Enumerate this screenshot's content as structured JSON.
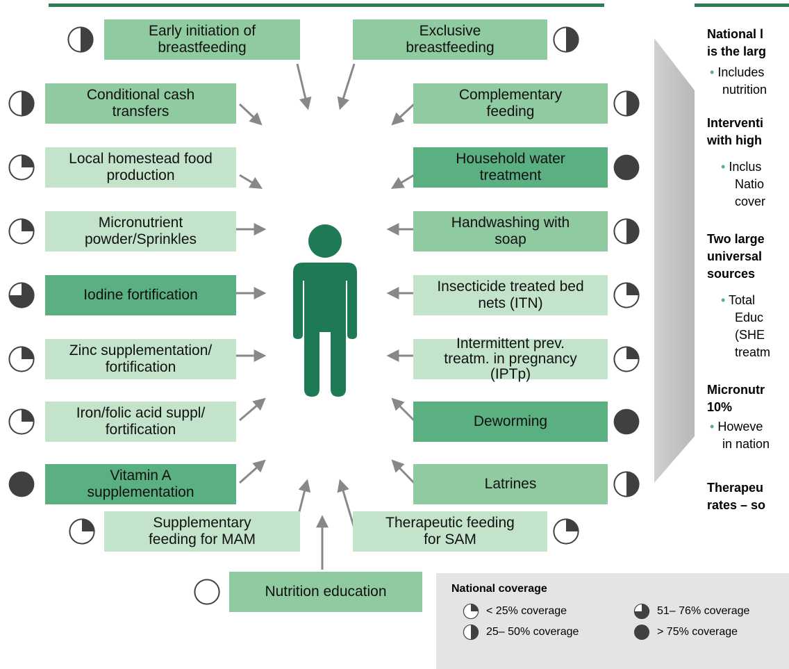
{
  "interventions_left": [
    {
      "id": "early-initiation-breastfeeding",
      "label": "Early initiation of\nbreastfeeding",
      "coverage": "25-50"
    },
    {
      "id": "conditional-cash-transfers",
      "label": "Conditional cash\ntransfers",
      "coverage": "25-50"
    },
    {
      "id": "local-homestead-food-production",
      "label": "Local homestead food\nproduction",
      "coverage": "<25"
    },
    {
      "id": "micronutrient-powder",
      "label": "Micronutrient\npowder/Sprinkles",
      "coverage": "<25"
    },
    {
      "id": "iodine-fortification",
      "label": "Iodine fortification",
      "coverage": "51-76"
    },
    {
      "id": "zinc-supplementation",
      "label": "Zinc supplementation/\nfortification",
      "coverage": "<25"
    },
    {
      "id": "iron-folic-acid",
      "label": "Iron/folic acid suppl/\nfortification",
      "coverage": "<25"
    },
    {
      "id": "vitamin-a-supplementation",
      "label": "Vitamin A\nsupplementation",
      "coverage": ">75"
    },
    {
      "id": "supplementary-feeding-mam",
      "label": "Supplementary\nfeeding for MAM",
      "coverage": "<25"
    },
    {
      "id": "nutrition-education",
      "label": "Nutrition education",
      "coverage": "none"
    }
  ],
  "interventions_right": [
    {
      "id": "exclusive-breastfeeding",
      "label": "Exclusive\nbreastfeeding",
      "coverage": "25-50"
    },
    {
      "id": "complementary-feeding",
      "label": "Complementary\nfeeding",
      "coverage": "25-50"
    },
    {
      "id": "household-water-treatment",
      "label": "Household water\ntreatment",
      "coverage": ">75"
    },
    {
      "id": "handwashing-with-soap",
      "label": "Handwashing with\nsoap",
      "coverage": "25-50"
    },
    {
      "id": "insecticide-treated-bed-nets",
      "label": "Insecticide treated bed\nnets (ITN)",
      "coverage": "<25"
    },
    {
      "id": "intermittent-prev-treatment",
      "label": "Intermittent prev.\ntreatm. in pregnancy\n(IPTp)",
      "coverage": "<25"
    },
    {
      "id": "deworming",
      "label": "Deworming",
      "coverage": ">75"
    },
    {
      "id": "latrines",
      "label": "Latrines",
      "coverage": "25-50"
    },
    {
      "id": "therapeutic-feeding-sam",
      "label": "Therapeutic feeding\nfor SAM",
      "coverage": "<25"
    }
  ],
  "right_panel": [
    {
      "kind": "head",
      "text": "National l"
    },
    {
      "kind": "head",
      "text": "is the larg"
    },
    {
      "kind": "bullet",
      "text": "Includes"
    },
    {
      "kind": "cont",
      "text": "nutrition"
    },
    {
      "kind": "head",
      "text": "Interventi"
    },
    {
      "kind": "head",
      "text": "with high"
    },
    {
      "kind": "bullet2",
      "text": "Inclus"
    },
    {
      "kind": "cont2",
      "text": "Natio"
    },
    {
      "kind": "cont2",
      "text": "cover"
    },
    {
      "kind": "head",
      "text": "Two large"
    },
    {
      "kind": "head",
      "text": "universal"
    },
    {
      "kind": "head",
      "text": "sources"
    },
    {
      "kind": "bullet2",
      "text": "Total"
    },
    {
      "kind": "cont2",
      "text": "Educ"
    },
    {
      "kind": "cont2",
      "text": "(SHE"
    },
    {
      "kind": "cont2",
      "text": "treatm"
    },
    {
      "kind": "head",
      "text": "Micronutr"
    },
    {
      "kind": "head",
      "text": "10%"
    },
    {
      "kind": "bullet",
      "text": "Howeve"
    },
    {
      "kind": "cont",
      "text": "in nation"
    },
    {
      "kind": "head",
      "text": "Therapeu"
    },
    {
      "kind": "head",
      "text": "rates – so"
    }
  ],
  "legend": {
    "title": "National coverage",
    "items": [
      {
        "coverage": "<25",
        "label": "< 25% coverage"
      },
      {
        "coverage": "25-50",
        "label": "25– 50% coverage"
      },
      {
        "coverage": "51-76",
        "label": "51– 76% coverage"
      },
      {
        "coverage": ">75",
        "label": "> 75% coverage"
      }
    ]
  },
  "colors": {
    "accent_dark": "#1e7a55",
    "box_light": "#c3e3cb",
    "box_mid": "#8fcaa0",
    "box_dark": "#5ab081",
    "indicator_fill": "#404040",
    "arrow": "#888888",
    "legend_bg": "#e4e4e4"
  },
  "icons": {
    "person": "person-icon",
    "coverage": "coverage-circle-icon",
    "chevron": "chevron-arrow-icon"
  }
}
